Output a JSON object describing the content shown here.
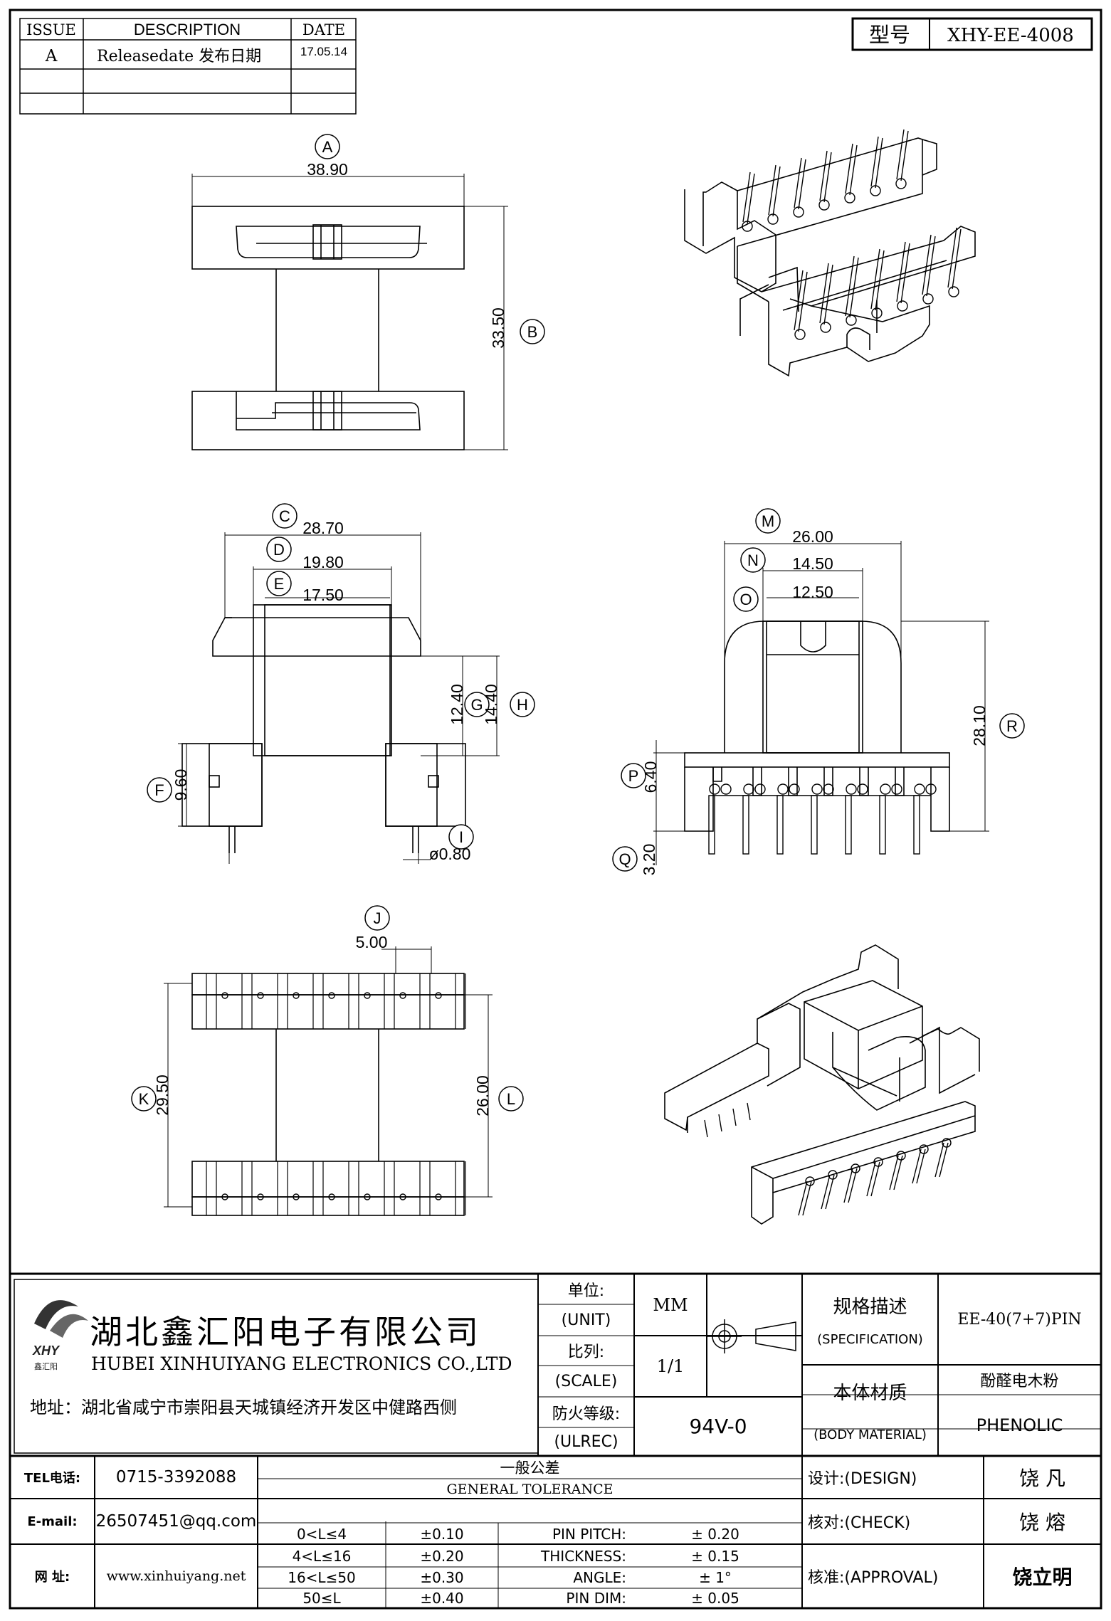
{
  "revision_table": {
    "headers": [
      "ISSUE",
      "DESCRIPTION",
      "DATE"
    ],
    "rows": [
      {
        "issue": "A",
        "description": "Releasedate 发布日期",
        "date": "17.05.14"
      }
    ]
  },
  "model": {
    "label": "型号",
    "value": "XHY-EE-4008"
  },
  "dims": {
    "A": {
      "tag": "A",
      "value": "38.90"
    },
    "B": {
      "tag": "B",
      "value": "33.50"
    },
    "C": {
      "tag": "C",
      "value": "28.70"
    },
    "D": {
      "tag": "D",
      "value": "19.80"
    },
    "E": {
      "tag": "E",
      "value": "17.50"
    },
    "F": {
      "tag": "F",
      "value": "9.60"
    },
    "G": {
      "tag": "G",
      "value": "12.40"
    },
    "H": {
      "tag": "H",
      "value": "14.40"
    },
    "I": {
      "tag": "I",
      "value": "ø0.80"
    },
    "J": {
      "tag": "J",
      "value": "5.00"
    },
    "K": {
      "tag": "K",
      "value": "29.50"
    },
    "L": {
      "tag": "L",
      "value": "26.00"
    },
    "M": {
      "tag": "M",
      "value": "26.00"
    },
    "N": {
      "tag": "N",
      "value": "14.50"
    },
    "O": {
      "tag": "O",
      "value": "12.50"
    },
    "P": {
      "tag": "P",
      "value": "6.40"
    },
    "Q": {
      "tag": "Q",
      "value": "3.20"
    },
    "R": {
      "tag": "R",
      "value": "28.10"
    }
  },
  "company": {
    "logo_text": "XHY",
    "logo_sub": "鑫汇阳",
    "name_cn": "湖北鑫汇阳电子有限公司",
    "name_en": "HUBEI XINHUIYANG ELECTRONICS CO.,LTD",
    "address": "地址：湖北省咸宁市崇阳县天城镇经济开发区中健路西侧"
  },
  "title_block": {
    "unit_label_cn": "单位:",
    "unit_label_en": "(UNIT)",
    "unit_value": "MM",
    "scale_label_cn": "比列:",
    "scale_label_en": "(SCALE)",
    "scale_value": "1/1",
    "ul_label_cn": "防火等级:",
    "ul_label_en": "(ULREC)",
    "ul_value": "94V-0",
    "spec_label_cn": "规格描述",
    "spec_label_en": "(SPECIFICATION)",
    "spec_value": "EE-40(7+7)PIN",
    "material_label_cn": "本体材质",
    "material_label_en": "(BODY MATERIAL)",
    "material_value_cn": "酚醛电木粉",
    "material_value_en": "PHENOLIC"
  },
  "contact": {
    "tel_label": "TEL电话:",
    "tel_value": "0715-3392088",
    "email_label": "E-mail:",
    "email_value": "26507451@qq.com",
    "web_label": "网  址:",
    "web_value": "www.xinhuiyang.net"
  },
  "tolerance": {
    "title_cn": "一般公差",
    "title_en": "GENERAL TOLERANCE",
    "ranges": [
      {
        "range": "0<L≤4",
        "tol": "±0.10"
      },
      {
        "range": "4<L≤16",
        "tol": "±0.20"
      },
      {
        "range": "16<L≤50",
        "tol": "±0.30"
      },
      {
        "range": "50≤L",
        "tol": "±0.40"
      }
    ],
    "other": [
      {
        "label": "PIN PITCH:",
        "value": "± 0.20"
      },
      {
        "label": "THICKNESS:",
        "value": "± 0.15"
      },
      {
        "label": "ANGLE:",
        "value": "± 1°"
      },
      {
        "label": "PIN DIM:",
        "value": "± 0.05"
      }
    ]
  },
  "signoff": {
    "design_label": "设计:(DESIGN)",
    "design_name": "饶  凡",
    "check_label": "核对:(CHECK)",
    "check_name": "饶  熔",
    "approval_label": "核准:(APPROVAL)",
    "approval_name": "饶立明"
  }
}
